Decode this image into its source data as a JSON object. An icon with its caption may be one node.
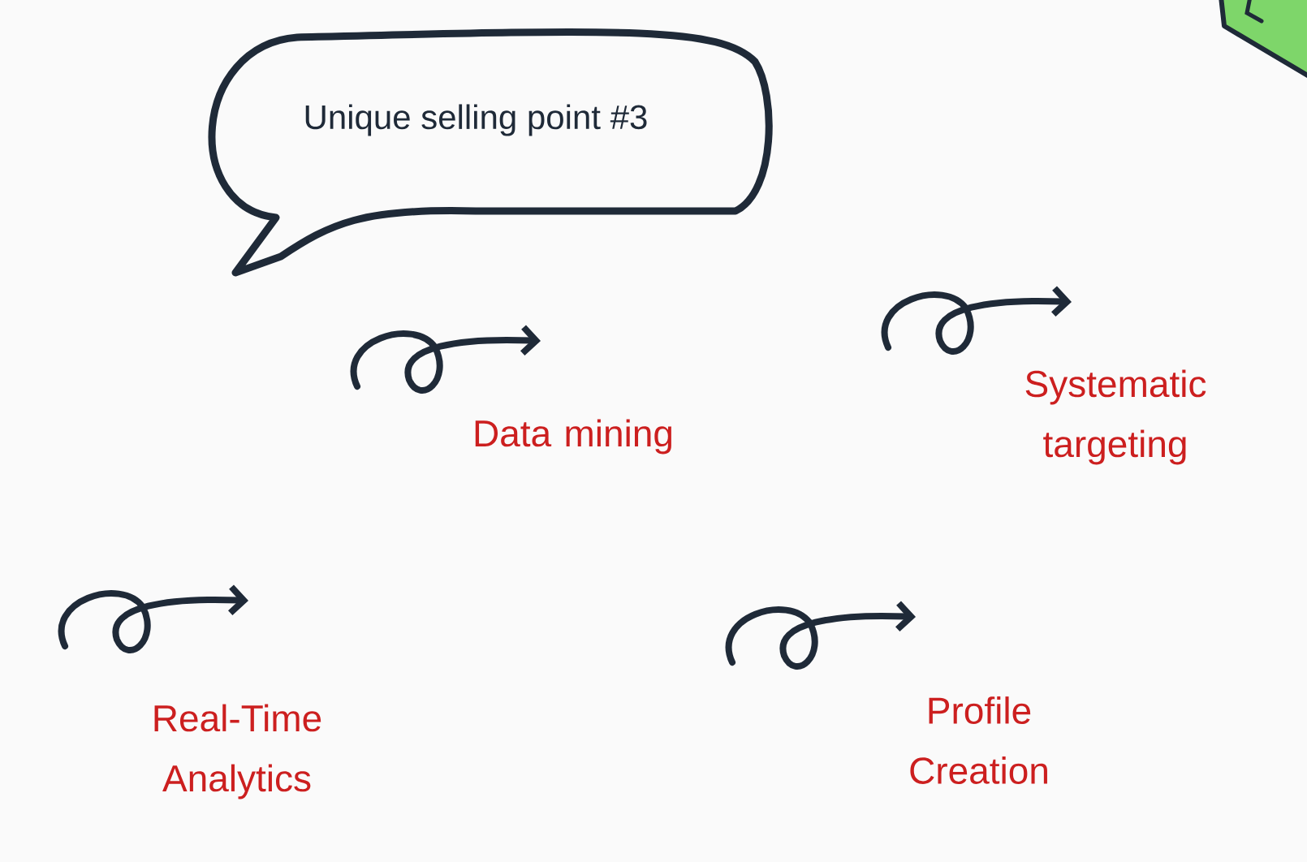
{
  "diagram": {
    "nodes": [
      {
        "text": [
          "Unique selling point #3"
        ]
      }
    ],
    "labels": [
      "Data mining",
      "Systematic targeting",
      "Real-Time Analytics",
      "Profile Creation"
    ]
  }
}
